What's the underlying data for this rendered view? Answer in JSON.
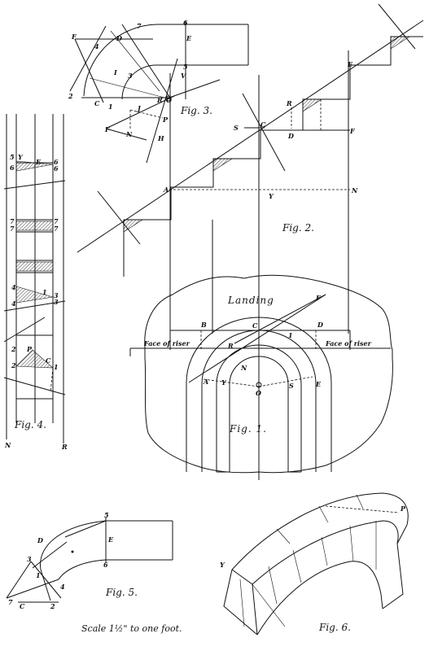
{
  "figures": {
    "fig1": "Fig. 1.",
    "fig2": "Fig. 2.",
    "fig3": "Fig. 3.",
    "fig4": "Fig. 4.",
    "fig5": "Fig. 5.",
    "fig6": "Fig. 6."
  },
  "texts": {
    "landing": "Landing",
    "face_left": "Face of riser",
    "face_right": "Face of riser",
    "scale": "Scale 1½\" to one foot."
  },
  "letters": {
    "f3_F": "F",
    "f3_D": "D",
    "f3_7": "7",
    "f3_6": "6",
    "f3_E": "E",
    "f3_5": "5",
    "f3_4": "4",
    "f3_I": "I",
    "f3_3": "3",
    "f3_2": "2",
    "f3_C": "C",
    "f3_1": "1",
    "f3_R": "R",
    "f3_O": "O",
    "f3_J": "J",
    "f3_P": "P",
    "f3_Fb": "F",
    "f3_N": "N",
    "f3_H": "H",
    "f3_V": "V",
    "f2_E": "E",
    "f2_R": "R",
    "f2_S": "S",
    "f2_C": "C",
    "f2_D": "D",
    "f2_F": "F",
    "f2_A": "A",
    "f2_Y": "Y",
    "f2_N": "N",
    "f1_F": "F",
    "f1_B": "B",
    "f1_C": "C",
    "f1_D": "D",
    "f1_1": "1",
    "f1_R": "R",
    "f1_N": "N",
    "f1_A": "A",
    "f1_Y": "Y",
    "f1_O": "O",
    "f1_S": "S",
    "f1_E": "E",
    "f4_5": "5",
    "f4_Y": "Y",
    "f4_E": "E",
    "f4_6": "6",
    "f4_6b": "6",
    "f4_6c": "6",
    "f4_7": "7",
    "f4_7b": "7",
    "f4_7c": "7",
    "f4_7d": "7",
    "f4_4": "4",
    "f4_1": "1",
    "f4_3": "3",
    "f4_3b": "3",
    "f4_4b": "4",
    "f4_2": "2",
    "f4_P": "P",
    "f4_C": "C",
    "f4_2b": "2",
    "f4_1b": "1",
    "f4_N": "N",
    "f4_R": "R",
    "f5_5": "5",
    "f5_D": "D",
    "f5_E": "E",
    "f5_6": "6",
    "f5_3": "3",
    "f5_1": "1",
    "f5_4": "4",
    "f5_7": "7",
    "f5_C": "C",
    "f5_2": "2",
    "f6_Y": "Y",
    "f6_P": "P"
  }
}
